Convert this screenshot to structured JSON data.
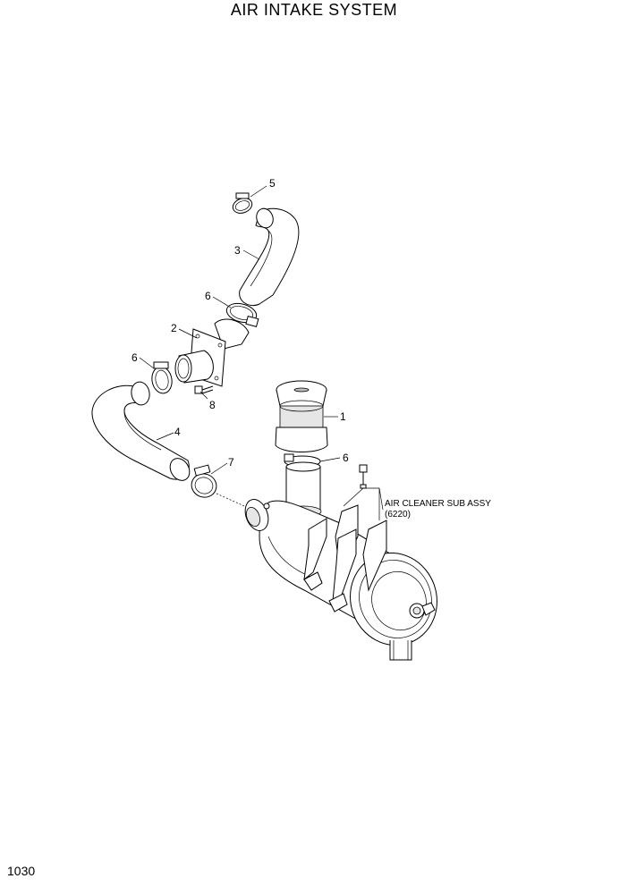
{
  "title": "AIR INTAKE SYSTEM",
  "page_number": "1030",
  "callouts": [
    {
      "id": "callout-1",
      "text": "1"
    },
    {
      "id": "callout-2",
      "text": "2"
    },
    {
      "id": "callout-3",
      "text": "3"
    },
    {
      "id": "callout-4",
      "text": "4"
    },
    {
      "id": "callout-5",
      "text": "5"
    },
    {
      "id": "callout-6a",
      "text": "6"
    },
    {
      "id": "callout-6b",
      "text": "6"
    },
    {
      "id": "callout-6c",
      "text": "6"
    },
    {
      "id": "callout-7",
      "text": "7"
    },
    {
      "id": "callout-8",
      "text": "8"
    }
  ],
  "sub_assembly": {
    "name": "AIR CLEANER SUB ASSY",
    "code": "(6220)"
  }
}
